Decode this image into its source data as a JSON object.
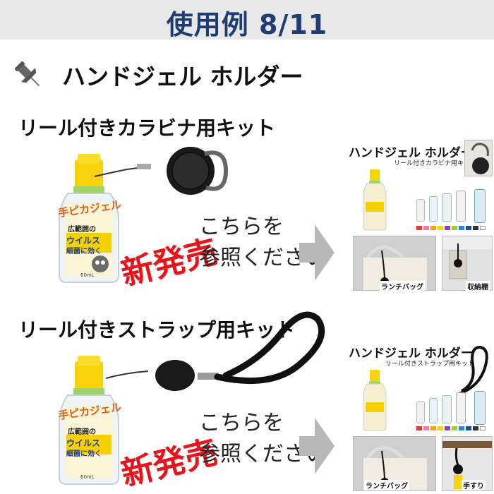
{
  "header": {
    "title": "使用例 8/11"
  },
  "section": {
    "heading": "ハンドジェル ホルダー",
    "icon": "pushpin-icon"
  },
  "kits": [
    {
      "title": "リール付きカラビナ用キット",
      "new_label": "新発売",
      "see_here": [
        "こちらを",
        "参照ください"
      ],
      "thumbnail": {
        "title": "ハンドジェル ホルダー",
        "subtitle": "リール付きカラビナ用キット",
        "captions": [
          "ランチバッグ",
          "収納棚"
        ]
      }
    },
    {
      "title": "リール付きストラップ用キット",
      "new_label": "新発売",
      "see_here": [
        "こちらを",
        "参照ください"
      ],
      "thumbnail": {
        "title": "ハンドジェル ホルダー",
        "subtitle": "リール付きストラップ用キット",
        "captions": [
          "ランチバッグ",
          "手すり"
        ]
      }
    }
  ],
  "bottle_label": {
    "brand": "手ピカジェル",
    "line1": "広範囲の",
    "line2": "ウイルス",
    "line3": "細菌に効く",
    "volume": "60mL"
  },
  "colors": {
    "header_bg": "#e8e8e8",
    "header_text": "#1e3e73",
    "new_label": "#e8141c",
    "cap": "#f5d20a",
    "arrow": "#b8b8b8"
  }
}
